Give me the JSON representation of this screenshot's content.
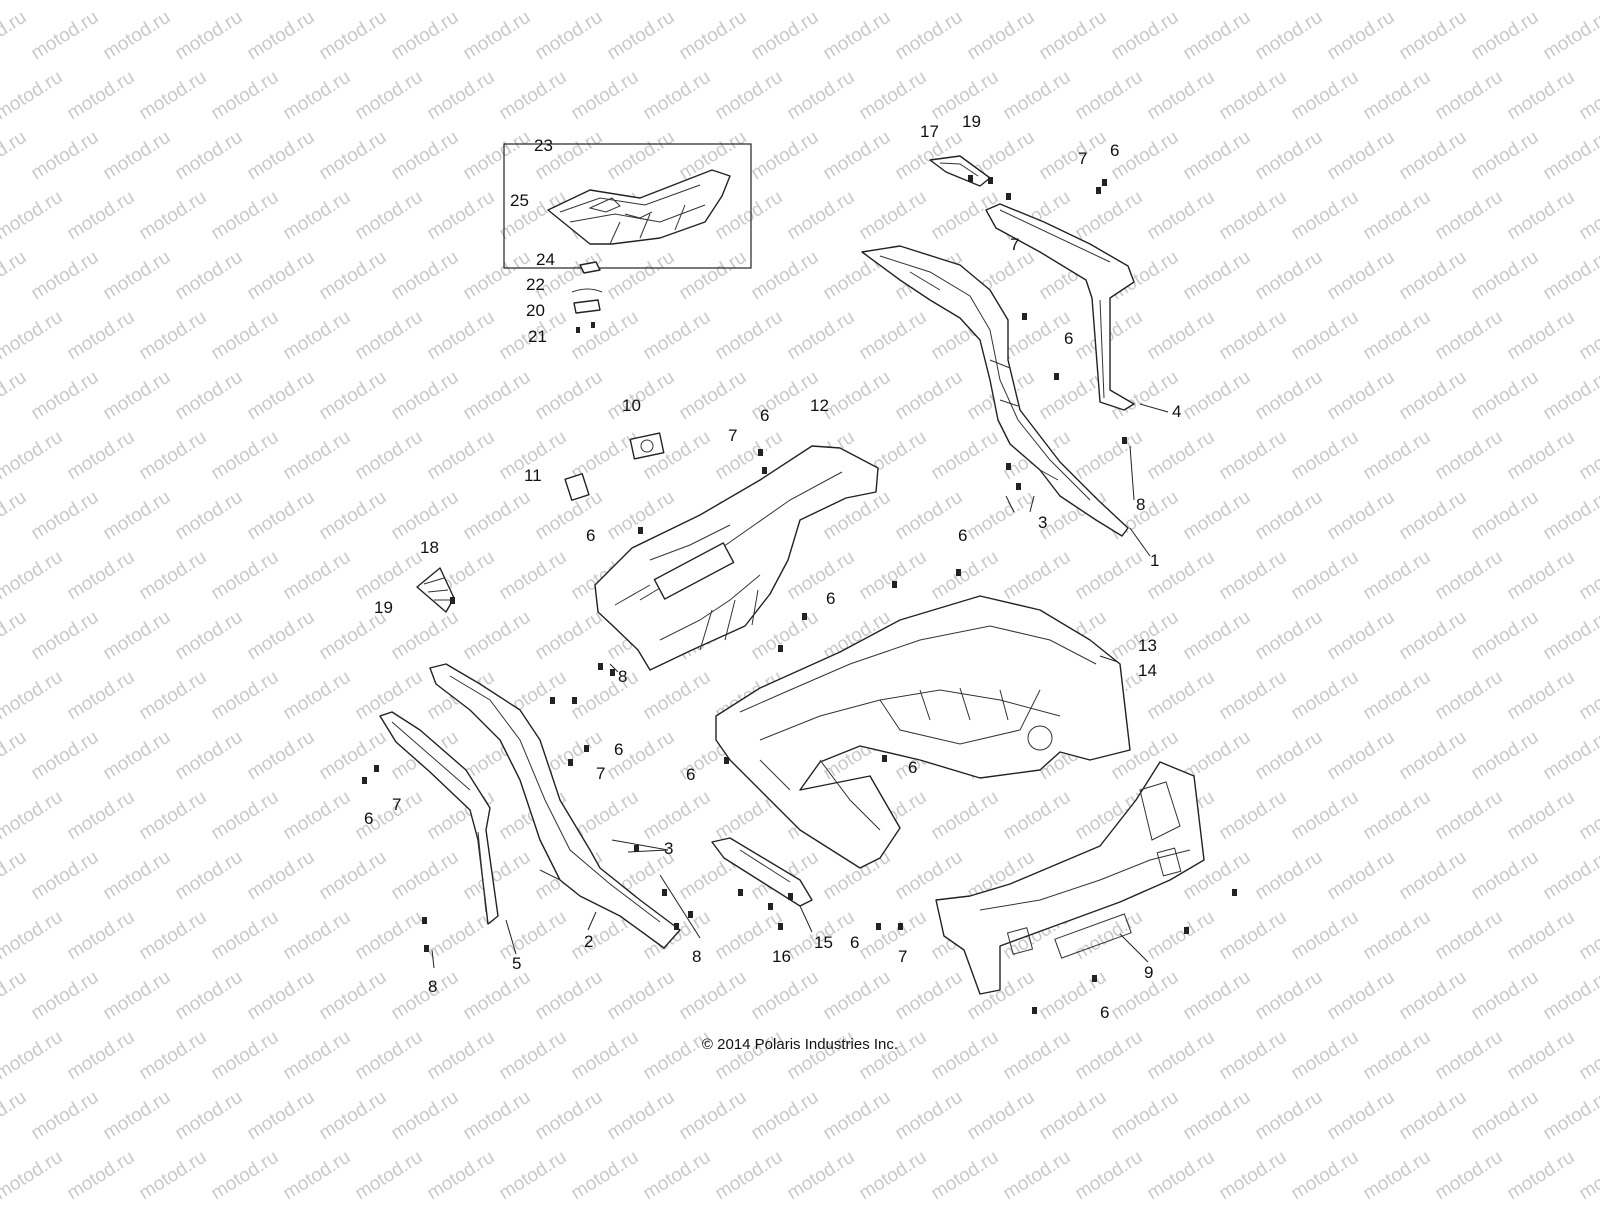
{
  "watermark": "motod.ru",
  "copyright": "© 2014 Polaris Industries Inc.",
  "inset_box_label": "23",
  "callouts": {
    "p1": "1",
    "p2": "2",
    "p3a": "3",
    "p3b": "3",
    "p4": "4",
    "p5": "5",
    "p6a": "6",
    "p6b": "6",
    "p6c": "6",
    "p6d": "6",
    "p6e": "6",
    "p6f": "6",
    "p6g": "6",
    "p6h": "6",
    "p6i": "6",
    "p6j": "6",
    "p6k": "6",
    "p6l": "6",
    "p7a": "7",
    "p7b": "7",
    "p7c": "7",
    "p7d": "7",
    "p7e": "7",
    "p7f": "7",
    "p8a": "8",
    "p8b": "8",
    "p8c": "8",
    "p8d": "8",
    "p9": "9",
    "p10": "10",
    "p11": "11",
    "p12": "12",
    "p13": "13",
    "p14": "14",
    "p15": "15",
    "p16": "16",
    "p17": "17",
    "p18": "18",
    "p19a": "19",
    "p19b": "19",
    "p20": "20",
    "p21": "21",
    "p22": "22",
    "p24": "24",
    "p25": "25"
  },
  "colors": {
    "line": "#222222",
    "watermark": "#c9c9c9",
    "background": "#ffffff"
  }
}
